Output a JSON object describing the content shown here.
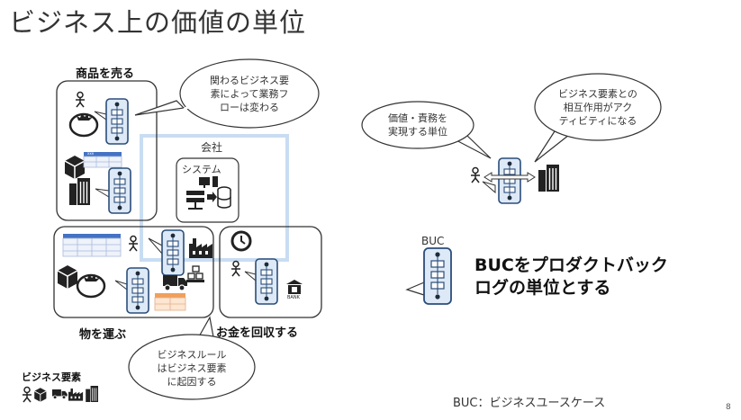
{
  "slide": {
    "title": "ビジネス上の価値の単位",
    "page_number": "8"
  },
  "diagram": {
    "section_sell": "商品を売る",
    "section_transport": "物を運ぶ",
    "section_collect": "お金を回収する",
    "company_label": "会社",
    "system_label": "システム",
    "bubble_elements": [
      "関わるビジネス要",
      "素によって業務フ",
      "ローは変わる"
    ],
    "bubble_rules": [
      "ビジネスルール",
      "はビジネス要素",
      "に起因する"
    ],
    "bubble_value": [
      "価値・責務を",
      "実現する単位"
    ],
    "bubble_interaction": [
      "ビジネス要素との",
      "相互作用がアク",
      "ティビティになる"
    ],
    "legend_title": "ビジネス要素",
    "buc_label": "BUC",
    "buc_statement": [
      "BUCをプロダクトバック",
      "ログの単位とする"
    ],
    "buc_definition": "BUC：ビジネスユースケース",
    "bank_label": "BANK",
    "table_header_text": "xxx"
  },
  "colors": {
    "flow_fill": "#dde9f6",
    "flow_stroke": "#2a4d7a",
    "company_outline": "#c9ddf2",
    "table_blue": "#4472c4",
    "table_orange": "#f0a05a"
  }
}
